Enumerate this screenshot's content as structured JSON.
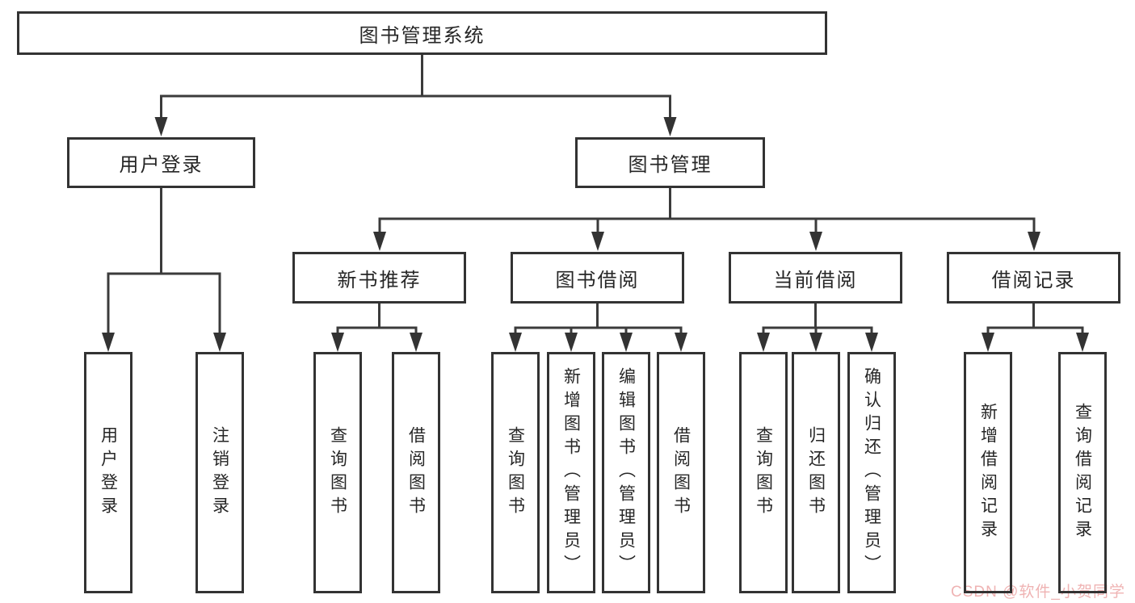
{
  "tree": {
    "root": {
      "label": "图书管理系统"
    },
    "branches": [
      {
        "label": "用户登录",
        "children": [
          {
            "label": "用户登录"
          },
          {
            "label": "注销登录"
          }
        ]
      },
      {
        "label": "图书管理",
        "children": [
          {
            "label": "新书推荐",
            "children": [
              {
                "label": "查询图书"
              },
              {
                "label": "借阅图书"
              }
            ]
          },
          {
            "label": "图书借阅",
            "children": [
              {
                "label": "查询图书"
              },
              {
                "label": "新增图书（管理员）"
              },
              {
                "label": "编辑图书（管理员）"
              },
              {
                "label": "借阅图书"
              }
            ]
          },
          {
            "label": "当前借阅",
            "children": [
              {
                "label": "查询图书"
              },
              {
                "label": "归还图书"
              },
              {
                "label": "确认归还（管理员）"
              }
            ]
          },
          {
            "label": "借阅记录",
            "children": [
              {
                "label": "新增借阅记录"
              },
              {
                "label": "查询借阅记录"
              }
            ]
          }
        ]
      }
    ]
  },
  "watermark": {
    "text": "CSDN @软件_小贺同学"
  },
  "colors": {
    "line": "#3b3b3b",
    "box_border": "#333333",
    "text": "#262626",
    "background": "#ffffff",
    "watermark": "#eca6a6"
  }
}
